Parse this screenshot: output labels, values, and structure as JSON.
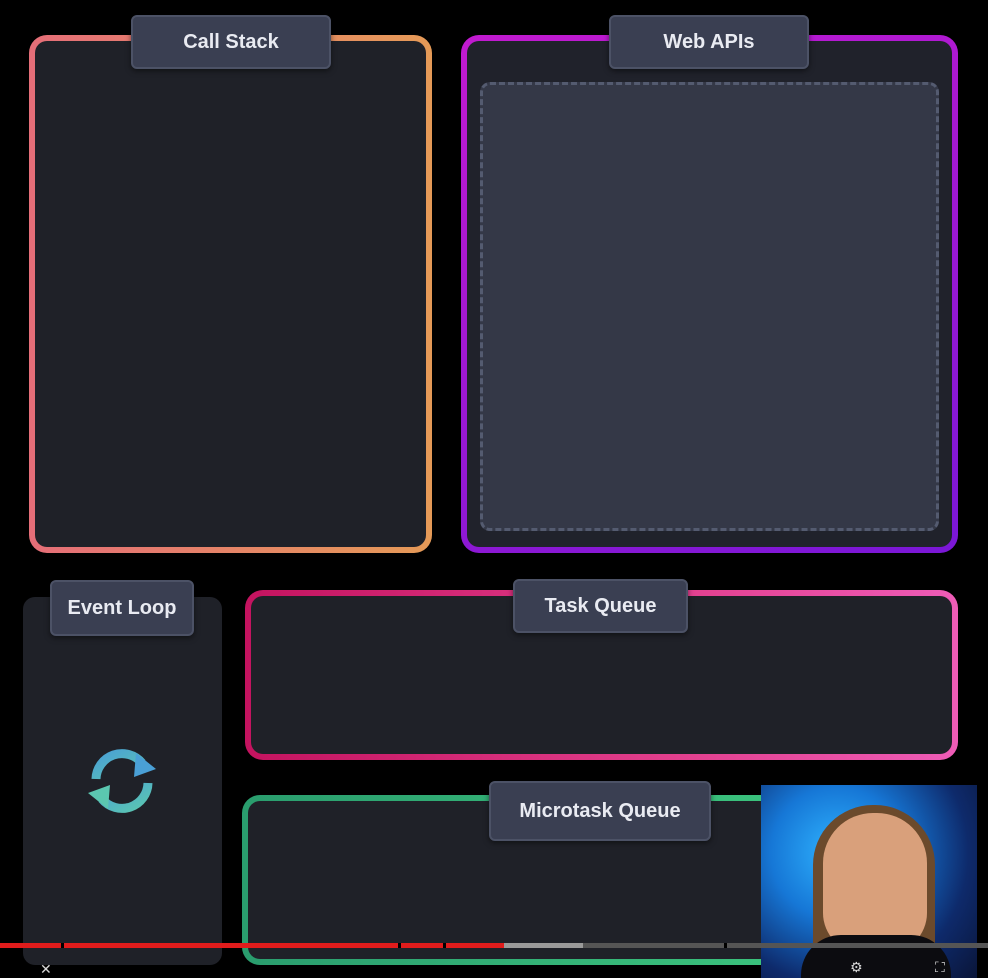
{
  "panels": {
    "call_stack": {
      "label": "Call Stack"
    },
    "web_apis": {
      "label": "Web APIs"
    },
    "event_loop": {
      "label": "Event Loop"
    },
    "task_queue": {
      "label": "Task Queue"
    },
    "microtask_queue": {
      "label": "Microtask Queue"
    }
  },
  "icons": {
    "event_loop_icon": "refresh-cycle-icon"
  },
  "video_player": {
    "progress_played_fraction": 0.51,
    "buffered_fraction": 0.59
  },
  "colors": {
    "call_stack_gradient": [
      "#e56e78",
      "#e59a57"
    ],
    "web_apis_gradient": [
      "#c21ad0",
      "#7a17d6"
    ],
    "task_queue_gradient": [
      "#c4135f",
      "#ee5cb7"
    ],
    "microtask_queue_gradient": [
      "#2a9d6e",
      "#41d27f"
    ],
    "progress_played": "#e01c1c"
  }
}
